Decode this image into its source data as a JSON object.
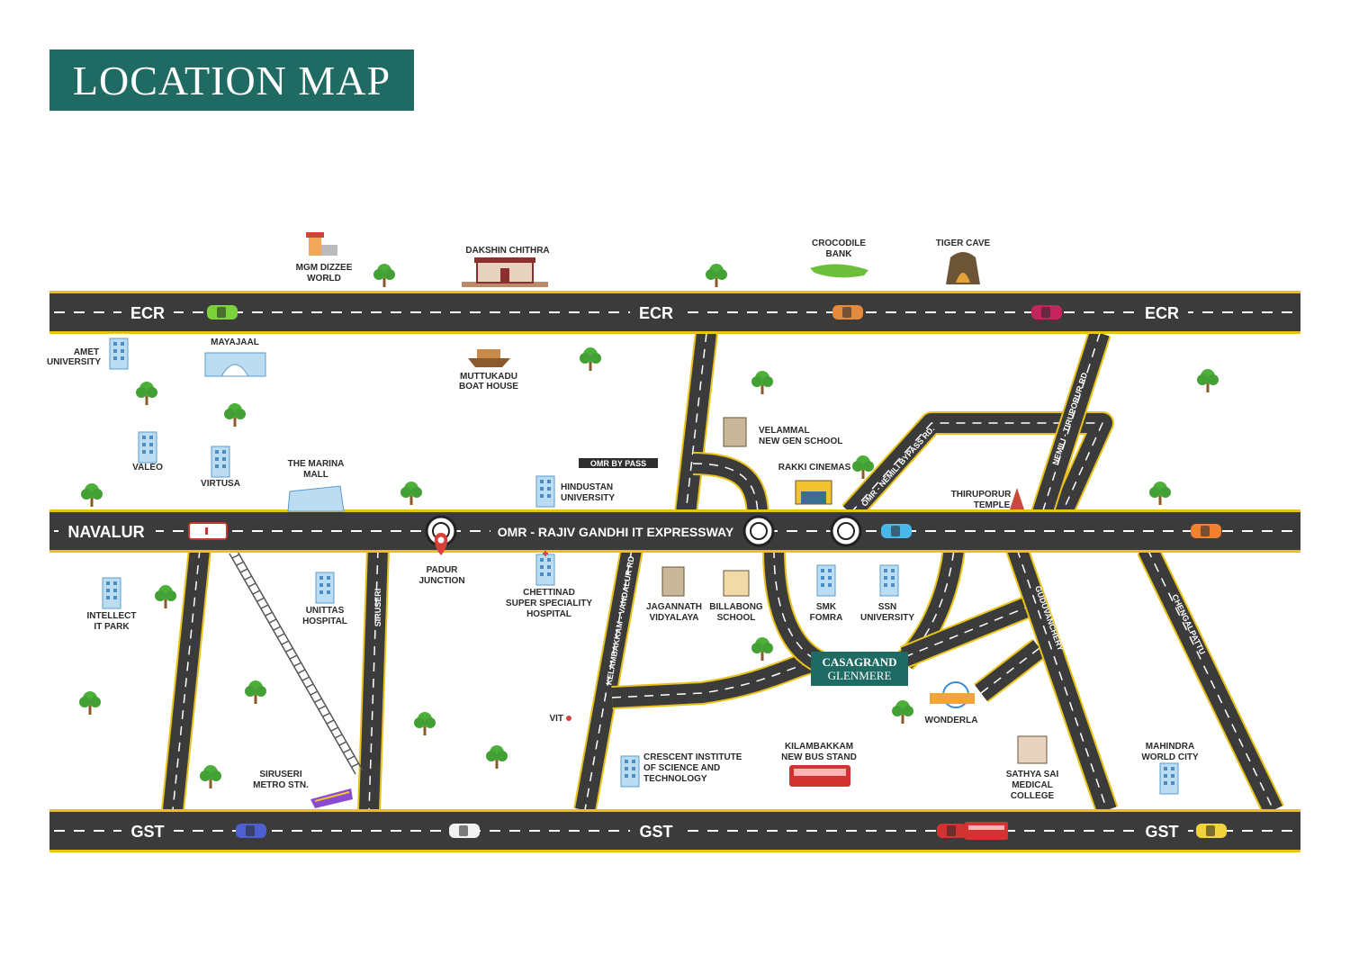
{
  "title": "LOCATION MAP",
  "roads": {
    "ecr": [
      "ECR",
      "ECR",
      "ECR"
    ],
    "gst": [
      "GST",
      "GST",
      "GST"
    ],
    "omr_west": "NAVALUR",
    "omr_main": "OMR - RAJIV GANDHI IT EXPRESSWAY",
    "omr_bypass": "OMR BY PASS",
    "nemili_bypass": "OMR - NEMILI BYPASS RD.",
    "nemili_tiruporur": "NEMILI - TIRUPORUR RD.",
    "kelambakkam_vandalur": "KELAMBAKKAM - VANDALUR RD",
    "siruseri": "SIRUSERI",
    "guduvanchery": "GUDUVANCHERY",
    "chengalpattu": "CHENGALPATTU"
  },
  "project": {
    "line1": "CASAGRAND",
    "line2": "GLENMERE",
    "color": "#1f6b63"
  },
  "landmarks": {
    "mgm": [
      "MGM DIZZEE",
      "WORLD"
    ],
    "dakshin": [
      "DAKSHIN CHITHRA"
    ],
    "crocodile": [
      "CROCODILE",
      "BANK"
    ],
    "tiger": [
      "TIGER CAVE"
    ],
    "amet": [
      "AMET",
      "UNIVERSITY"
    ],
    "mayajaal": [
      "MAYAJAAL"
    ],
    "muttukadu": [
      "MUTTUKADU",
      "BOAT HOUSE"
    ],
    "valeo": [
      "VALEO"
    ],
    "virtusa": [
      "VIRTUSA"
    ],
    "marina": [
      "THE MARINA",
      "MALL"
    ],
    "hindustan": [
      "HINDUSTAN",
      "UNIVERSITY"
    ],
    "velammal": [
      "VELAMMAL",
      "NEW GEN SCHOOL"
    ],
    "rakki": [
      "RAKKI CINEMAS"
    ],
    "thiruporur": [
      "THIRUPORUR",
      "TEMPLE"
    ],
    "padur": [
      "PADUR",
      "JUNCTION"
    ],
    "chettinad": [
      "CHETTINAD",
      "SUPER SPECIALITY",
      "HOSPITAL"
    ],
    "jagannath": [
      "JAGANNATH",
      "VIDYALAYA"
    ],
    "billabong": [
      "BILLABONG",
      "SCHOOL"
    ],
    "smk": [
      "SMK",
      "FOMRA"
    ],
    "ssn": [
      "SSN",
      "UNIVERSITY"
    ],
    "intellect": [
      "INTELLECT",
      "IT PARK"
    ],
    "unittas": [
      "UNITTAS",
      "HOSPITAL"
    ],
    "vit": [
      "VIT"
    ],
    "wonderla": [
      "WONDERLA"
    ],
    "crescent": [
      "CRESCENT INSTITUTE",
      "OF SCIENCE AND",
      "TECHNOLOGY"
    ],
    "kilambakkam": [
      "KILAMBAKKAM",
      "NEW BUS STAND"
    ],
    "sathya": [
      "SATHYA SAI",
      "MEDICAL",
      "COLLEGE"
    ],
    "mahindra": [
      "MAHINDRA",
      "WORLD CITY"
    ],
    "siruseri_metro": [
      "SIRUSERI",
      "METRO STN."
    ]
  },
  "colors": {
    "road": "#3b3b3b",
    "road_edge": "#e8c21a",
    "tree": "#4caf3a",
    "trunk": "#8a5a2b",
    "pin": "#d8413a"
  }
}
